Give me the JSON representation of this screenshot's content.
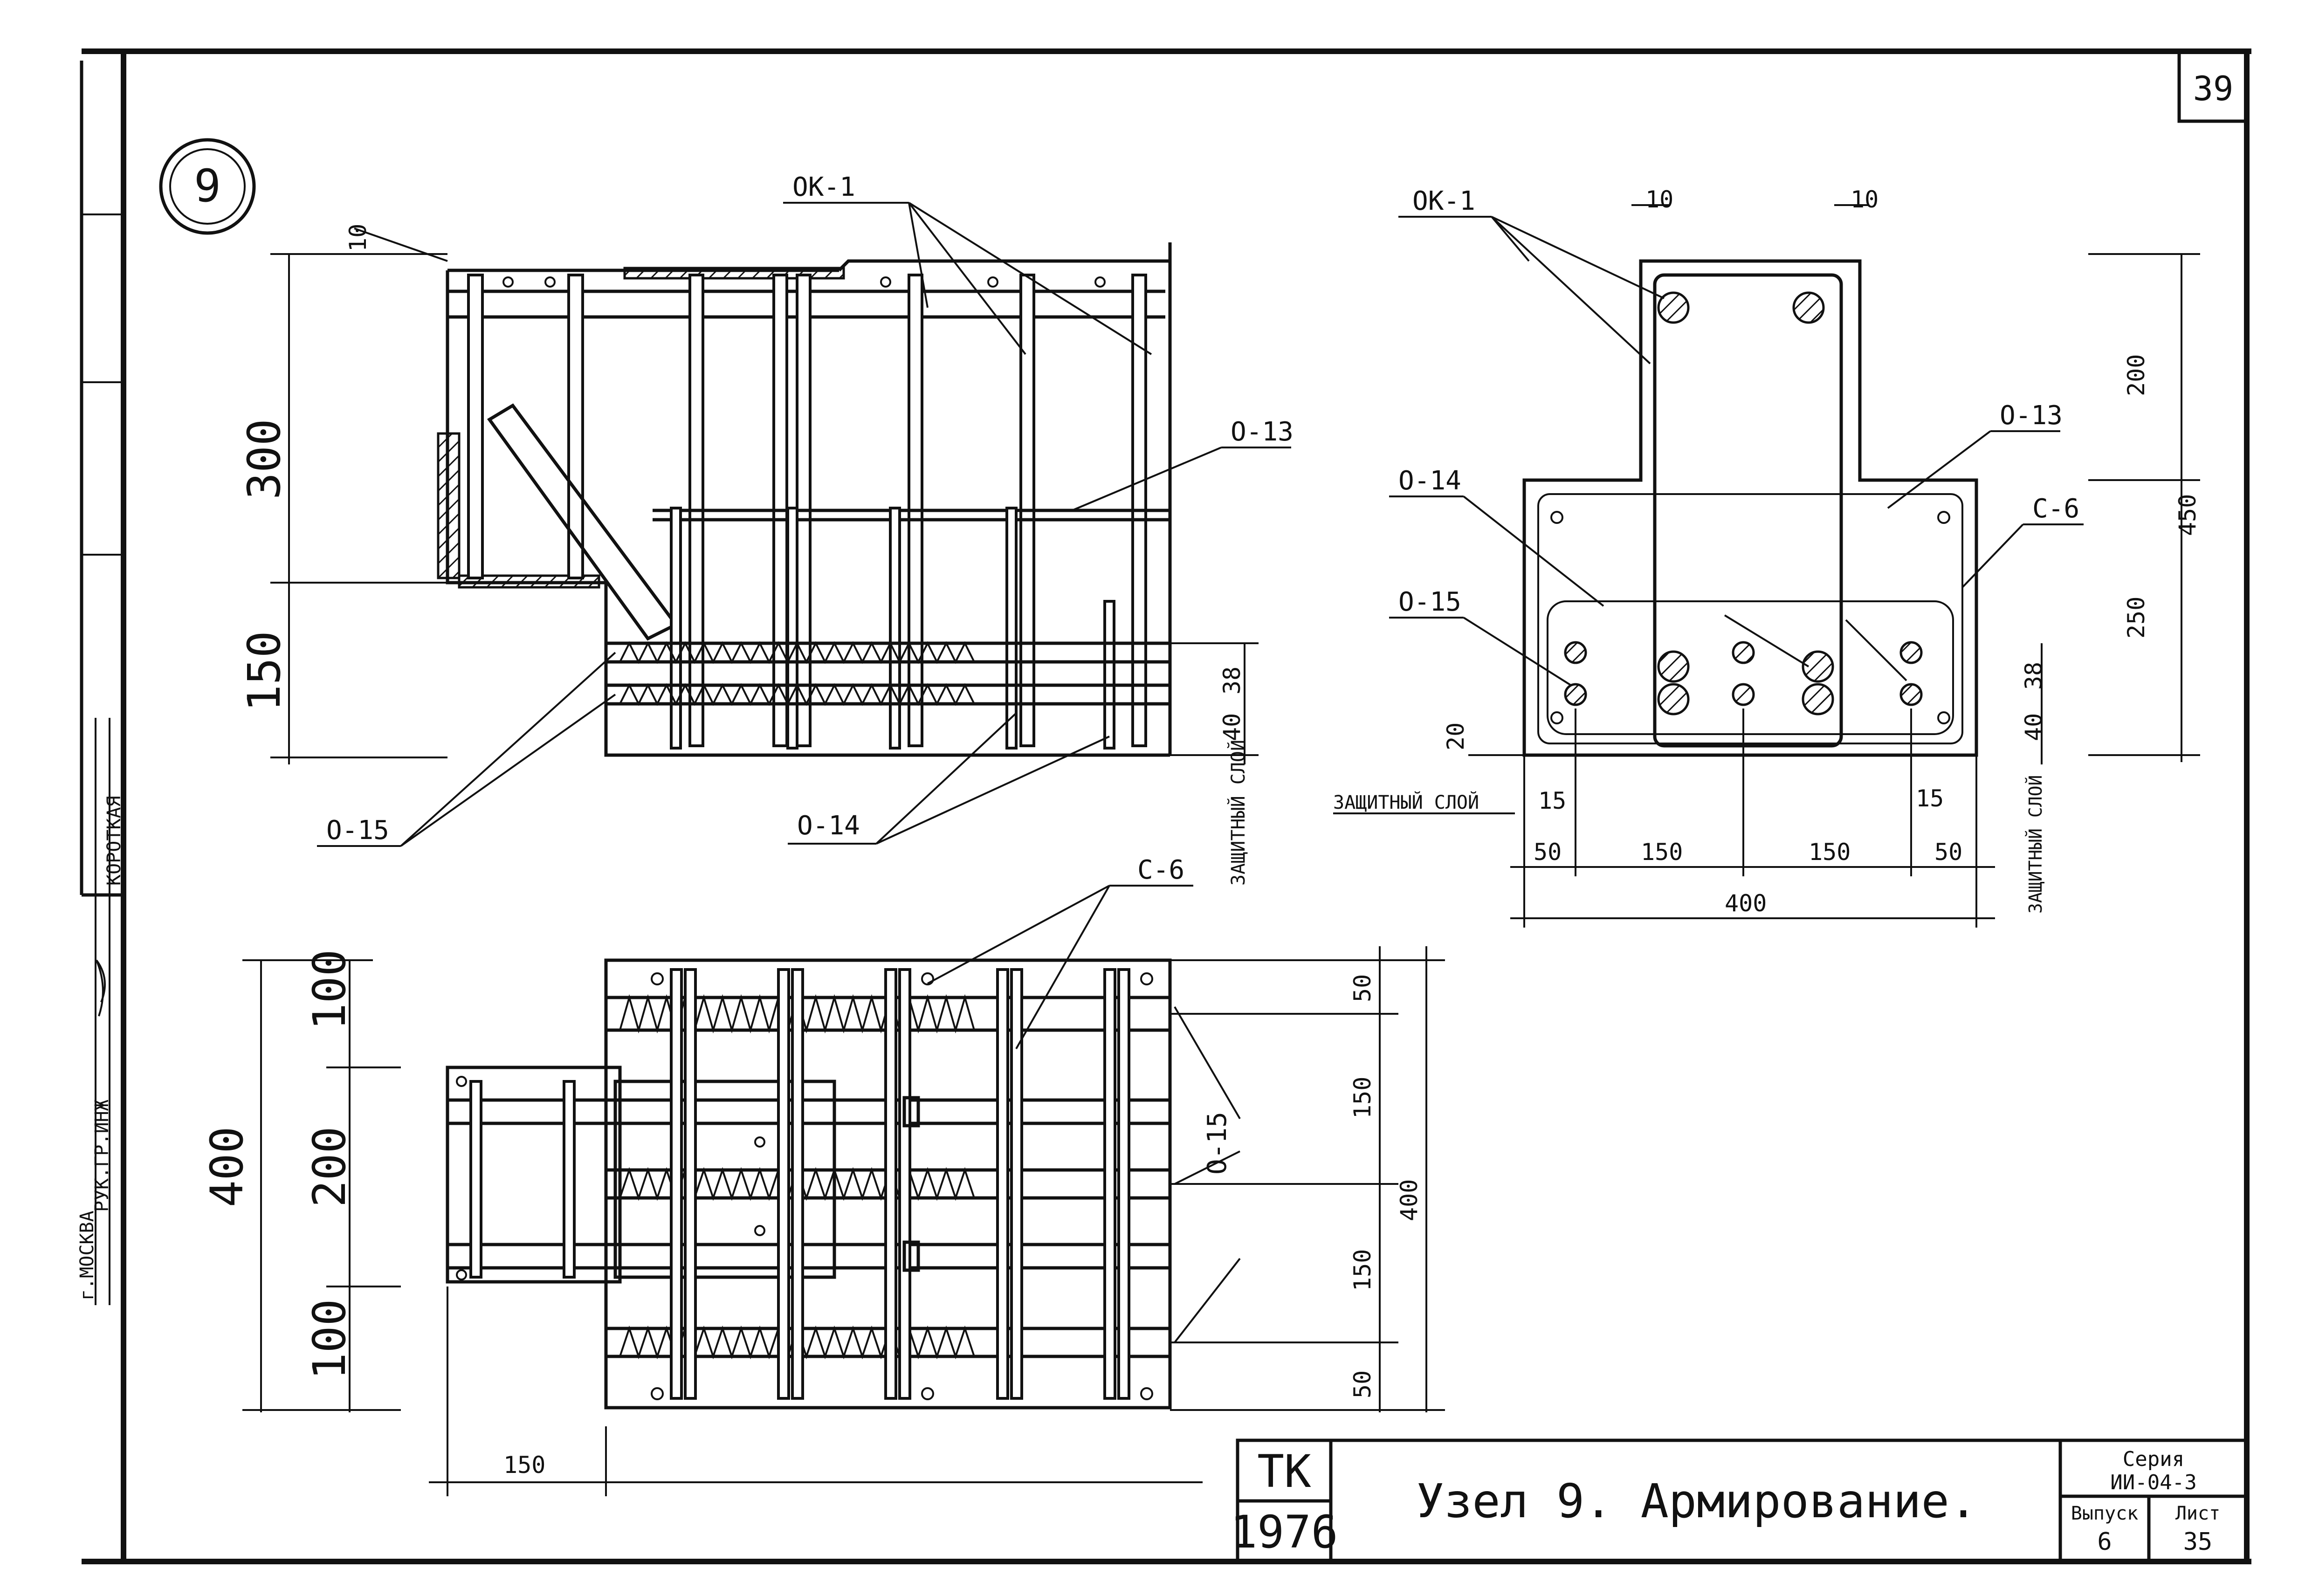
{
  "sheet": {
    "page_number": "39",
    "node_badge": "9",
    "side_stamp": {
      "col1": "г.МОСКВА",
      "col2": "РУК.ГР.ИНЖ",
      "col3": "КОРОТКАЯ"
    }
  },
  "labels": {
    "ok1_left": "ОК-1",
    "ok1_right": "ОК-1",
    "o13_left": "О-13",
    "o13_right": "О-13",
    "o14_left": "О-14",
    "o14_right": "О-14",
    "o15_left": "О-15",
    "o15_right": "О-15",
    "o15_plan": "О-15",
    "c6_right": "С-6",
    "c6_plan": "С-6",
    "protective_layer_left": "ЗАЩИТНЫЙ СЛОЙ",
    "protective_layer_right_a": "ЗАЩИТНЫЙ СЛОЙ",
    "protective_layer_right_b": "ЗАЩИТНЫЙ СЛОЙ"
  },
  "dimensions": {
    "elev_top": "10",
    "elev_300": "300",
    "elev_150": "150",
    "elev_38": "38",
    "elev_40": "40",
    "sec_10a": "10",
    "sec_10b": "10",
    "sec_200": "200",
    "sec_450": "450",
    "sec_250": "250",
    "sec_38": "38",
    "sec_40": "40",
    "sec_20": "20",
    "sec_15a": "15",
    "sec_15b": "15",
    "sec_50a": "50",
    "sec_150a": "150",
    "sec_150b": "150",
    "sec_50b": "50",
    "sec_400": "400",
    "plan_100a": "100",
    "plan_200": "200",
    "plan_100b": "100",
    "plan_400_left": "400",
    "plan_50a": "50",
    "plan_150a": "150",
    "plan_400_right": "400",
    "plan_150b": "150",
    "plan_50b": "50",
    "plan_150_bottom": "150"
  },
  "title_block": {
    "org": "ТК",
    "year": "1976",
    "title": "Узел 9. Армирование.",
    "series_label": "Серия",
    "series_value": "ИИ-04-3",
    "issue_label": "Выпуск",
    "issue_value": "6",
    "sheet_label": "Лист",
    "sheet_value": "35"
  },
  "colors": {
    "ink": "#111111",
    "paper": "#ffffff"
  }
}
